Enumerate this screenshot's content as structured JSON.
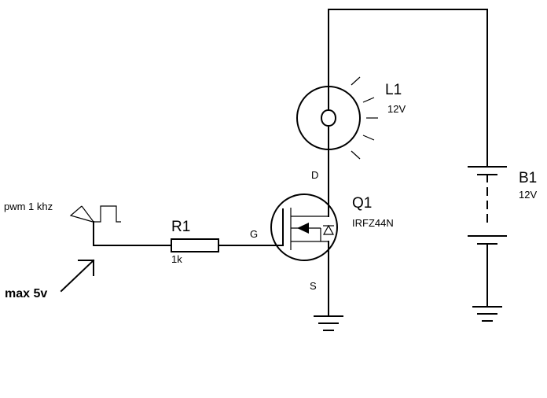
{
  "components": {
    "lamp": {
      "ref": "L1",
      "value": "12V"
    },
    "battery": {
      "ref": "B1",
      "value": "12V"
    },
    "mosfet": {
      "ref": "Q1",
      "part": "IRFZ44N",
      "drain": "D",
      "gate": "G",
      "source": "S"
    },
    "resistor": {
      "ref": "R1",
      "value": "1k"
    }
  },
  "source": {
    "label": "pwm 1 khz"
  },
  "note": {
    "label": "max 5v"
  }
}
